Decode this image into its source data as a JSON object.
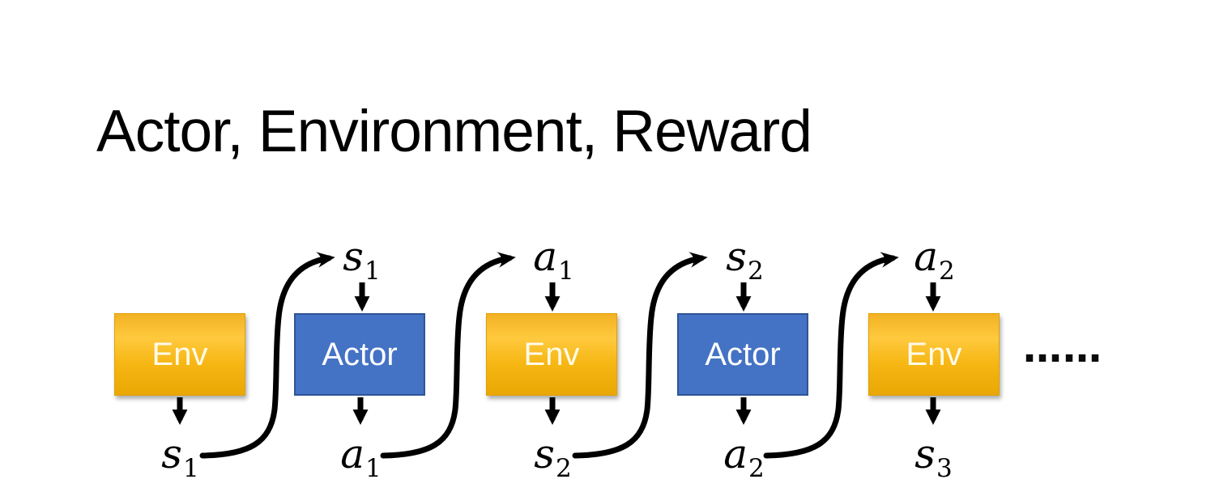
{
  "slide": {
    "title": "Actor, Environment, Reward",
    "ellipsis": "……"
  },
  "diagram": {
    "boxes": [
      {
        "label": "Env",
        "type": "env"
      },
      {
        "label": "Actor",
        "type": "actor"
      },
      {
        "label": "Env",
        "type": "env"
      },
      {
        "label": "Actor",
        "type": "actor"
      },
      {
        "label": "Env",
        "type": "env"
      }
    ],
    "top_labels": [
      {
        "var": "s",
        "sub": "1"
      },
      {
        "var": "a",
        "sub": "1"
      },
      {
        "var": "s",
        "sub": "2"
      },
      {
        "var": "a",
        "sub": "2"
      }
    ],
    "bottom_labels": [
      {
        "var": "s",
        "sub": "1"
      },
      {
        "var": "a",
        "sub": "1"
      },
      {
        "var": "s",
        "sub": "2"
      },
      {
        "var": "a",
        "sub": "2"
      },
      {
        "var": "s",
        "sub": "3"
      }
    ],
    "colors": {
      "env_gradient_top": "#F3B124",
      "env_gradient_mid": "#FFC93E",
      "env_gradient_bottom": "#E9A704",
      "env_text": "#FFFBEA",
      "actor_fill": "#4472C4",
      "actor_border": "#2F5597",
      "actor_text": "#FFFFFF",
      "arrow": "#000000",
      "title_text": "#000000"
    }
  }
}
